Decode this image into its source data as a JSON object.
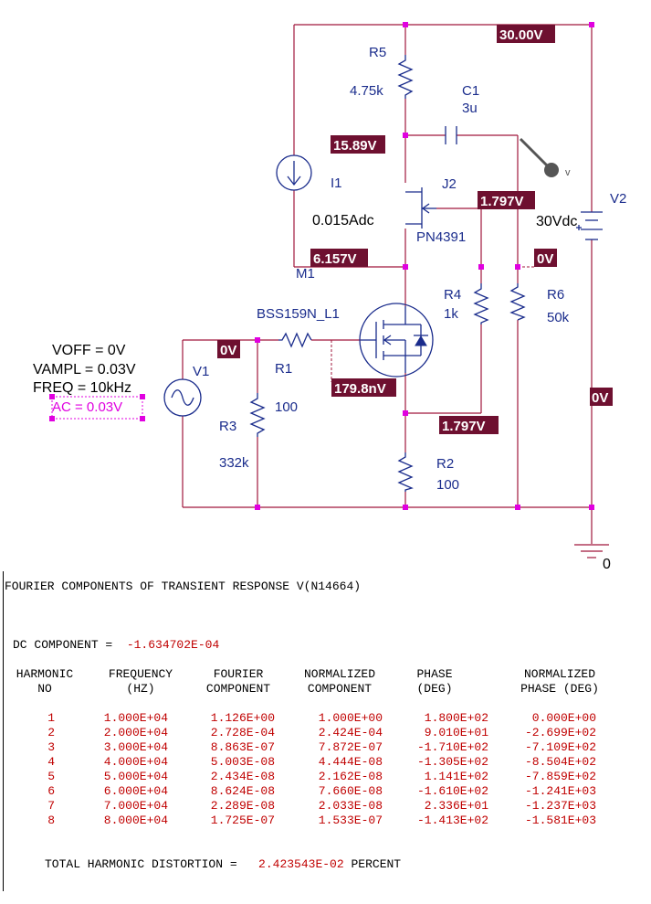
{
  "schematic": {
    "voltage_markers": {
      "v30": "30.00V",
      "v15_89": "15.89V",
      "v1_797_top": "1.797V",
      "v0_r6": "0V",
      "v6_157": "6.157V",
      "v0_in": "0V",
      "v179": "179.8nV",
      "v1_797_bot": "1.797V",
      "v0_right": "0V"
    },
    "components": {
      "r5_name": "R5",
      "r5_value": "4.75k",
      "c1_name": "C1",
      "c1_value": "3u",
      "i1_name": "I1",
      "i1_value": "0.015Adc",
      "j2_name": "J2",
      "j2_model": "PN4391",
      "v2_name": "V2",
      "v2_value": "30Vdc",
      "m1_name": "M1",
      "m1_model": "BSS159N_L1",
      "r4_name": "R4",
      "r4_value": "1k",
      "r6_name": "R6",
      "r6_value": "50k",
      "r1_name": "R1",
      "r1_value": "100",
      "r3_name": "R3",
      "r3_value": "332k",
      "r2_name": "R2",
      "r2_value": "100",
      "v1_name": "V1",
      "v1_voff": "VOFF = 0V",
      "v1_vampl": "VAMPL = 0.03V",
      "v1_freq": "FREQ = 10kHz",
      "v1_ac": "AC = 0.03V",
      "probe_label": "v",
      "ground_label": "0"
    }
  },
  "report": {
    "title": "FOURIER COMPONENTS OF TRANSIENT RESPONSE V(N14664)",
    "dc_label": "DC COMPONENT =",
    "dc_value": "-1.634702E-04",
    "headers": [
      [
        "HARMONIC",
        "NO"
      ],
      [
        "FREQUENCY",
        "(HZ)"
      ],
      [
        "FOURIER",
        "COMPONENT"
      ],
      [
        "NORMALIZED",
        "COMPONENT"
      ],
      [
        "PHASE",
        "(DEG)"
      ],
      [
        "NORMALIZED",
        "PHASE (DEG)"
      ]
    ],
    "rows": [
      [
        "1",
        "1.000E+04",
        "1.126E+00",
        "1.000E+00",
        "1.800E+02",
        "0.000E+00"
      ],
      [
        "2",
        "2.000E+04",
        "2.728E-04",
        "2.424E-04",
        "9.010E+01",
        "-2.699E+02"
      ],
      [
        "3",
        "3.000E+04",
        "8.863E-07",
        "7.872E-07",
        "-1.710E+02",
        "-7.109E+02"
      ],
      [
        "4",
        "4.000E+04",
        "5.003E-08",
        "4.444E-08",
        "-1.305E+02",
        "-8.504E+02"
      ],
      [
        "5",
        "5.000E+04",
        "2.434E-08",
        "2.162E-08",
        "1.141E+02",
        "-7.859E+02"
      ],
      [
        "6",
        "6.000E+04",
        "8.624E-08",
        "7.660E-08",
        "-1.610E+02",
        "-1.241E+03"
      ],
      [
        "7",
        "7.000E+04",
        "2.289E-08",
        "2.033E-08",
        "2.336E+01",
        "-1.237E+03"
      ],
      [
        "8",
        "8.000E+04",
        "1.725E-07",
        "1.533E-07",
        "-1.413E+02",
        "-1.581E+03"
      ]
    ],
    "thd_label": "TOTAL HARMONIC DISTORTION =",
    "thd_value": "2.423543E-02",
    "thd_unit": "PERCENT"
  },
  "colors": {
    "wire": "#a0183c",
    "part": "#1a2c8c",
    "marker_bg": "#6e1030",
    "selection": "#e000e0",
    "report_values": "#c00000"
  }
}
